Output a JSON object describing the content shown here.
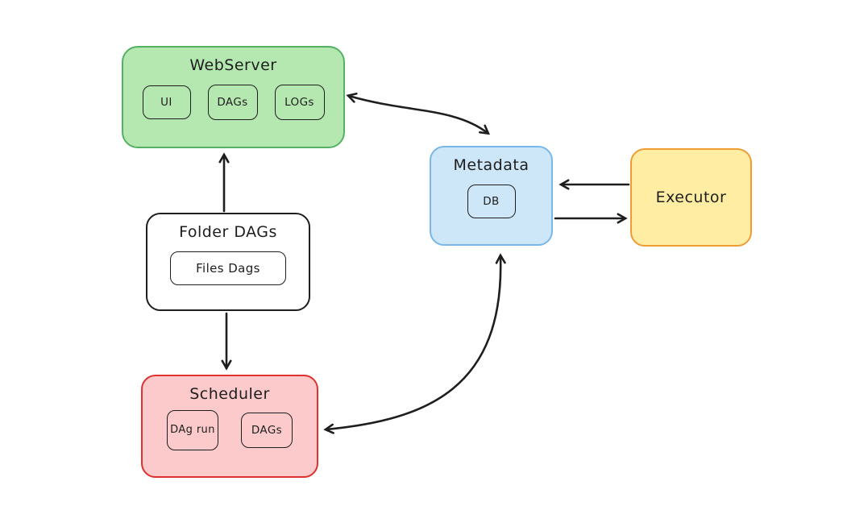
{
  "canvas": {
    "background": "#ffffff",
    "line_color": "#1e1e1e"
  },
  "nodes": {
    "webserver": {
      "title": "WebServer",
      "children": [
        "UI",
        "DAGs",
        "LOGs"
      ],
      "fill": "#b5e8b0",
      "stroke": "#54b163"
    },
    "metadata": {
      "title": "Metadata",
      "children": [
        "DB"
      ],
      "fill": "#cde7f8",
      "stroke": "#78b7e8"
    },
    "executor": {
      "title": "Executor",
      "fill": "#ffeda3",
      "stroke": "#ef9d33"
    },
    "folder_dags": {
      "title": "Folder DAGs",
      "children": [
        "Files Dags"
      ],
      "fill": "#ffffff",
      "stroke": "#1e1e1e"
    },
    "scheduler": {
      "title": "Scheduler",
      "children": [
        "DAg run",
        "DAGs"
      ],
      "fill": "#fccaca",
      "stroke": "#e03131"
    }
  },
  "edges": [
    {
      "from": "webserver",
      "to": "metadata",
      "direction": "both"
    },
    {
      "from": "executor",
      "to": "metadata",
      "direction": "one"
    },
    {
      "from": "metadata",
      "to": "executor",
      "direction": "one"
    },
    {
      "from": "folder_dags",
      "to": "webserver",
      "direction": "one"
    },
    {
      "from": "folder_dags",
      "to": "scheduler",
      "direction": "one"
    },
    {
      "from": "scheduler",
      "to": "metadata",
      "direction": "both"
    }
  ]
}
